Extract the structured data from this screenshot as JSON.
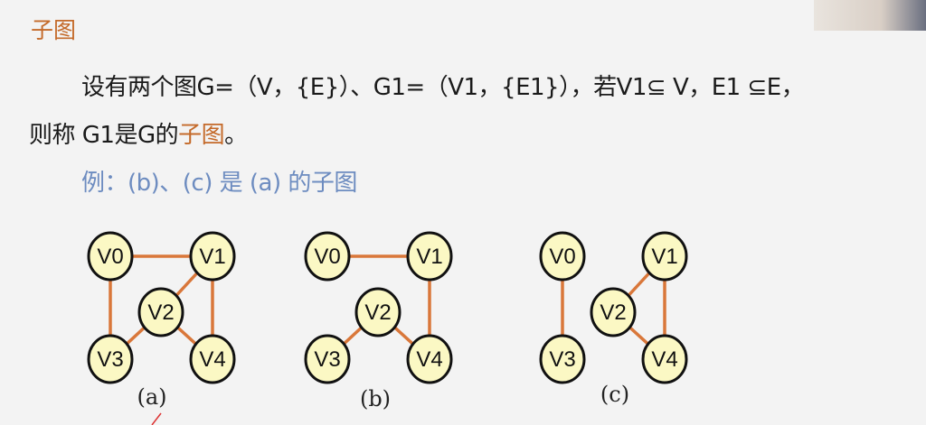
{
  "title": "子图",
  "definition": {
    "line1": "设有两个图G=（V，{E}）、G1=（V1，{E1}），若V1⊆ V，E1 ⊆E，",
    "line2_prefix": "则称 G1是G的",
    "line2_highlight": "子图",
    "line2_suffix": "。"
  },
  "example": "例：(b)、(c) 是 (a) 的子图",
  "colors": {
    "accent": "#c46a2a",
    "example": "#6d8cc0",
    "node_fill": "#fbf8c4",
    "edge": "#d9773a"
  },
  "graphs": [
    {
      "caption": "(a)",
      "nodes": [
        "V0",
        "V1",
        "V2",
        "V3",
        "V4"
      ],
      "edges": [
        [
          "V0",
          "V1"
        ],
        [
          "V0",
          "V3"
        ],
        [
          "V1",
          "V2"
        ],
        [
          "V1",
          "V4"
        ],
        [
          "V2",
          "V3"
        ],
        [
          "V2",
          "V4"
        ]
      ]
    },
    {
      "caption": "(b)",
      "nodes": [
        "V0",
        "V1",
        "V2",
        "V3",
        "V4"
      ],
      "edges": [
        [
          "V0",
          "V1"
        ],
        [
          "V1",
          "V4"
        ],
        [
          "V2",
          "V3"
        ],
        [
          "V2",
          "V4"
        ]
      ]
    },
    {
      "caption": "(c)",
      "nodes": [
        "V0",
        "V1",
        "V2",
        "V3",
        "V4"
      ],
      "edges": [
        [
          "V0",
          "V3"
        ],
        [
          "V1",
          "V2"
        ],
        [
          "V1",
          "V4"
        ],
        [
          "V2",
          "V4"
        ]
      ]
    }
  ]
}
